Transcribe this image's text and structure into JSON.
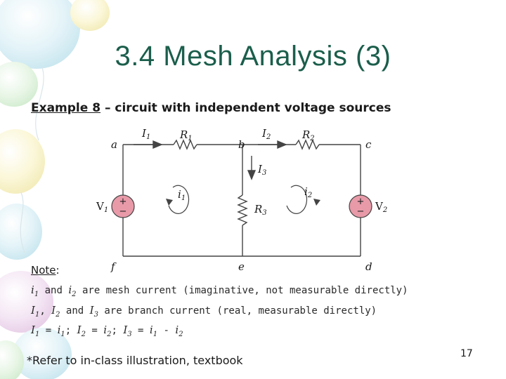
{
  "slide": {
    "title": "3.4 Mesh Analysis (3)",
    "example_label": "Example 8",
    "example_rest": " – circuit with independent voltage sources",
    "note_label": "Note",
    "note_colon": ":",
    "refer": "*Refer to in-class illustration, textbook",
    "page_number": "17",
    "colors": {
      "title": "#1b5e4b",
      "source_fill": "#e89aa9",
      "wire": "#444444"
    }
  },
  "lines": {
    "l1_v1": "i",
    "l1_s1": "1",
    "l1_and": " and ",
    "l1_v2": "i",
    "l1_s2": "2",
    "l1_rest": " are mesh current (imaginative, not measurable directly)",
    "l2_v1": "I",
    "l2_s1": "1",
    "l2_c1": ", ",
    "l2_v2": "I",
    "l2_s2": "2",
    "l2_and": " and ",
    "l2_v3": "I",
    "l2_s3": "3",
    "l2_rest": " are branch current (real, measurable directly)",
    "l3_a": "I",
    "l3_as": "1",
    "l3_eq1": " = ",
    "l3_b": "i",
    "l3_bs": "1",
    "l3_sep1": "; ",
    "l3_c": "I",
    "l3_cs": "2",
    "l3_eq2": " = ",
    "l3_d": "i",
    "l3_ds": "2",
    "l3_sep2": "; ",
    "l3_e": "I",
    "l3_es": "3",
    "l3_eq3": " = ",
    "l3_f": "i",
    "l3_fs": "1",
    "l3_minus": " - ",
    "l3_g": "i",
    "l3_gs": "2"
  },
  "circuit": {
    "node_a": "a",
    "node_b": "b",
    "node_c": "c",
    "node_d": "d",
    "node_e": "e",
    "node_f": "f",
    "I": "I",
    "I1_sub": "1",
    "I2_sub": "2",
    "I3_sub": "3",
    "R": "R",
    "R1_sub": "1",
    "R2_sub": "2",
    "R3_sub": "3",
    "V": "V",
    "V1_sub": "1",
    "V2_sub": "2",
    "i": "i",
    "i1_sub": "1",
    "i2_sub": "2",
    "plus": "+",
    "minus": "−"
  }
}
